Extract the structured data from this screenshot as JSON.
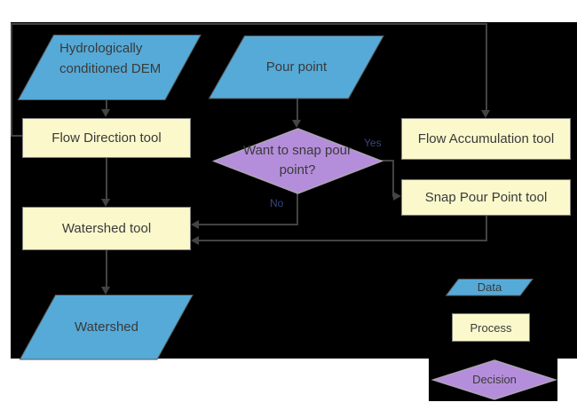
{
  "flowchart": {
    "nodes": {
      "dem": {
        "type": "data",
        "label": "Hydrologically conditioned DEM"
      },
      "pour_point": {
        "type": "data",
        "label": "Pour point"
      },
      "flow_direction": {
        "type": "process",
        "label": "Flow Direction tool"
      },
      "flow_accumulation": {
        "type": "process",
        "label": "Flow Accumulation tool"
      },
      "snap_decision": {
        "type": "decision",
        "label": "Want to snap pour point?"
      },
      "snap_pour_point": {
        "type": "process",
        "label": "Snap Pour Point tool"
      },
      "watershed_tool": {
        "type": "process",
        "label": "Watershed tool"
      },
      "watershed": {
        "type": "data",
        "label": "Watershed"
      }
    },
    "edges": [
      {
        "from": "dem",
        "to": "flow_direction"
      },
      {
        "from": "flow_direction",
        "to": "flow_accumulation"
      },
      {
        "from": "flow_direction",
        "to": "watershed_tool"
      },
      {
        "from": "pour_point",
        "to": "snap_decision"
      },
      {
        "from": "snap_decision",
        "to": "snap_pour_point",
        "label": "Yes"
      },
      {
        "from": "snap_decision",
        "to": "watershed_tool",
        "label": "No"
      },
      {
        "from": "flow_accumulation",
        "to": "snap_pour_point"
      },
      {
        "from": "snap_pour_point",
        "to": "watershed_tool"
      },
      {
        "from": "watershed_tool",
        "to": "watershed"
      }
    ],
    "edge_labels": {
      "yes": "Yes",
      "no": "No"
    },
    "legend": {
      "data": {
        "label": "Data"
      },
      "process": {
        "label": "Process"
      },
      "decision": {
        "label": "Decision"
      }
    },
    "colors": {
      "background": "#000000",
      "data_fill": "#55AAD8",
      "process_fill": "#FBF9CC",
      "decision_fill": "#B58EDB",
      "connector": "#434343",
      "node_text": "#3A3A3A",
      "edge_label_text": "#36477E"
    }
  }
}
